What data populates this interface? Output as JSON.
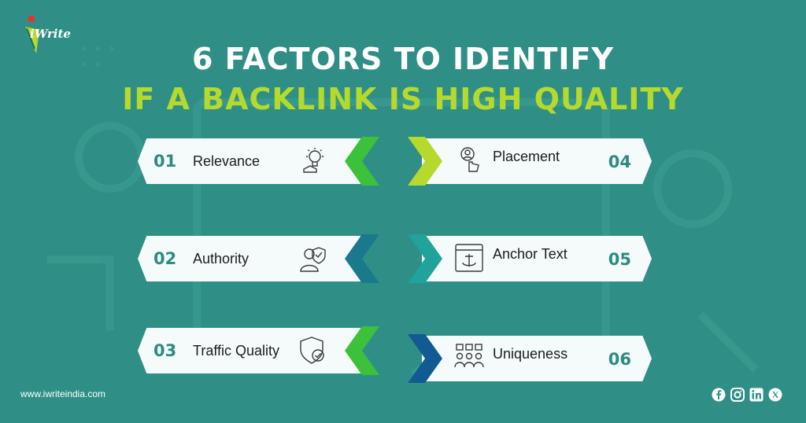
{
  "brand": {
    "logo_text": "iWrite"
  },
  "title": {
    "line1": "6 FACTORS TO IDENTIFY",
    "line2": "IF A BACKLINK IS HIGH QUALITY"
  },
  "colors": {
    "background": "#2f8f86",
    "accent_green": "#b5d92c",
    "chevron_green": "#3cc13b",
    "chevron_teal": "#1a7a8c",
    "chevron_blue": "#125b92",
    "number_teal": "#2c8b83"
  },
  "factors": [
    {
      "num": "01",
      "label": "Relevance",
      "icon": "lightbulb-hand-icon"
    },
    {
      "num": "02",
      "label": "Authority",
      "icon": "person-shield-icon"
    },
    {
      "num": "03",
      "label": "Traffic Quality",
      "icon": "shield-check-icon"
    },
    {
      "num": "04",
      "label": "Placement",
      "icon": "hand-click-icon"
    },
    {
      "num": "05",
      "label": "Anchor Text",
      "icon": "anchor-browser-icon"
    },
    {
      "num": "06",
      "label": "Uniqueness",
      "icon": "group-users-icon"
    }
  ],
  "footer": {
    "url": "www.iwriteindia.com",
    "social": [
      "facebook-icon",
      "instagram-icon",
      "linkedin-icon",
      "x-icon"
    ]
  }
}
